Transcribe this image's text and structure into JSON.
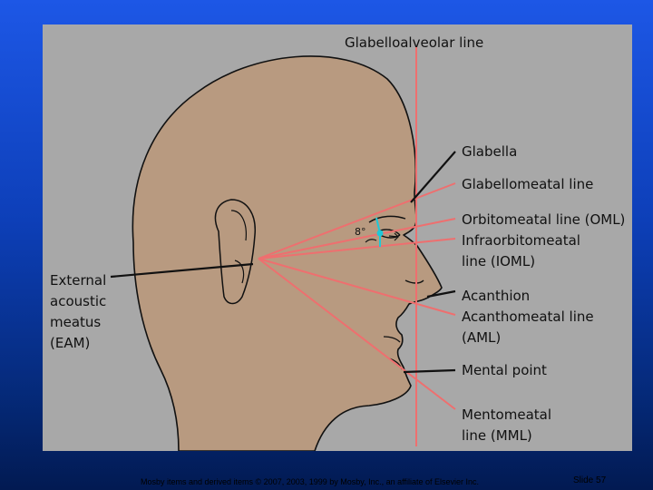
{
  "diagram": {
    "angle_label": "8°",
    "labels": {
      "glabelloalveolar": "Glabelloalveolar line",
      "glabella": "Glabella",
      "glabellomeatal": "Glabellomeatal line",
      "orbitomeatal": "Orbitomeatal line (OML)",
      "infraorbitomeatal": "Infraorbitomeatal\nline (IOML)",
      "acanthion": "Acanthion",
      "acanthomeatal": "Acanthomeatal line\n(AML)",
      "mental_point": "Mental point",
      "mentomeatal": "Mentomeatal\nline (MML)",
      "eam": "External\nacoustic\nmeatus\n(EAM)"
    },
    "colors": {
      "panel": "#a8a8a8",
      "skin": "#b89a80",
      "outline": "#111111",
      "reference_lines": "#ee6f6f",
      "angle_marker": "#1fc8d8"
    }
  },
  "footer": {
    "copyright": "Mosby items and derived items © 2007, 2003, 1999 by Mosby, Inc., an affiliate of Elsevier Inc.",
    "slide_number": "Slide 57"
  }
}
